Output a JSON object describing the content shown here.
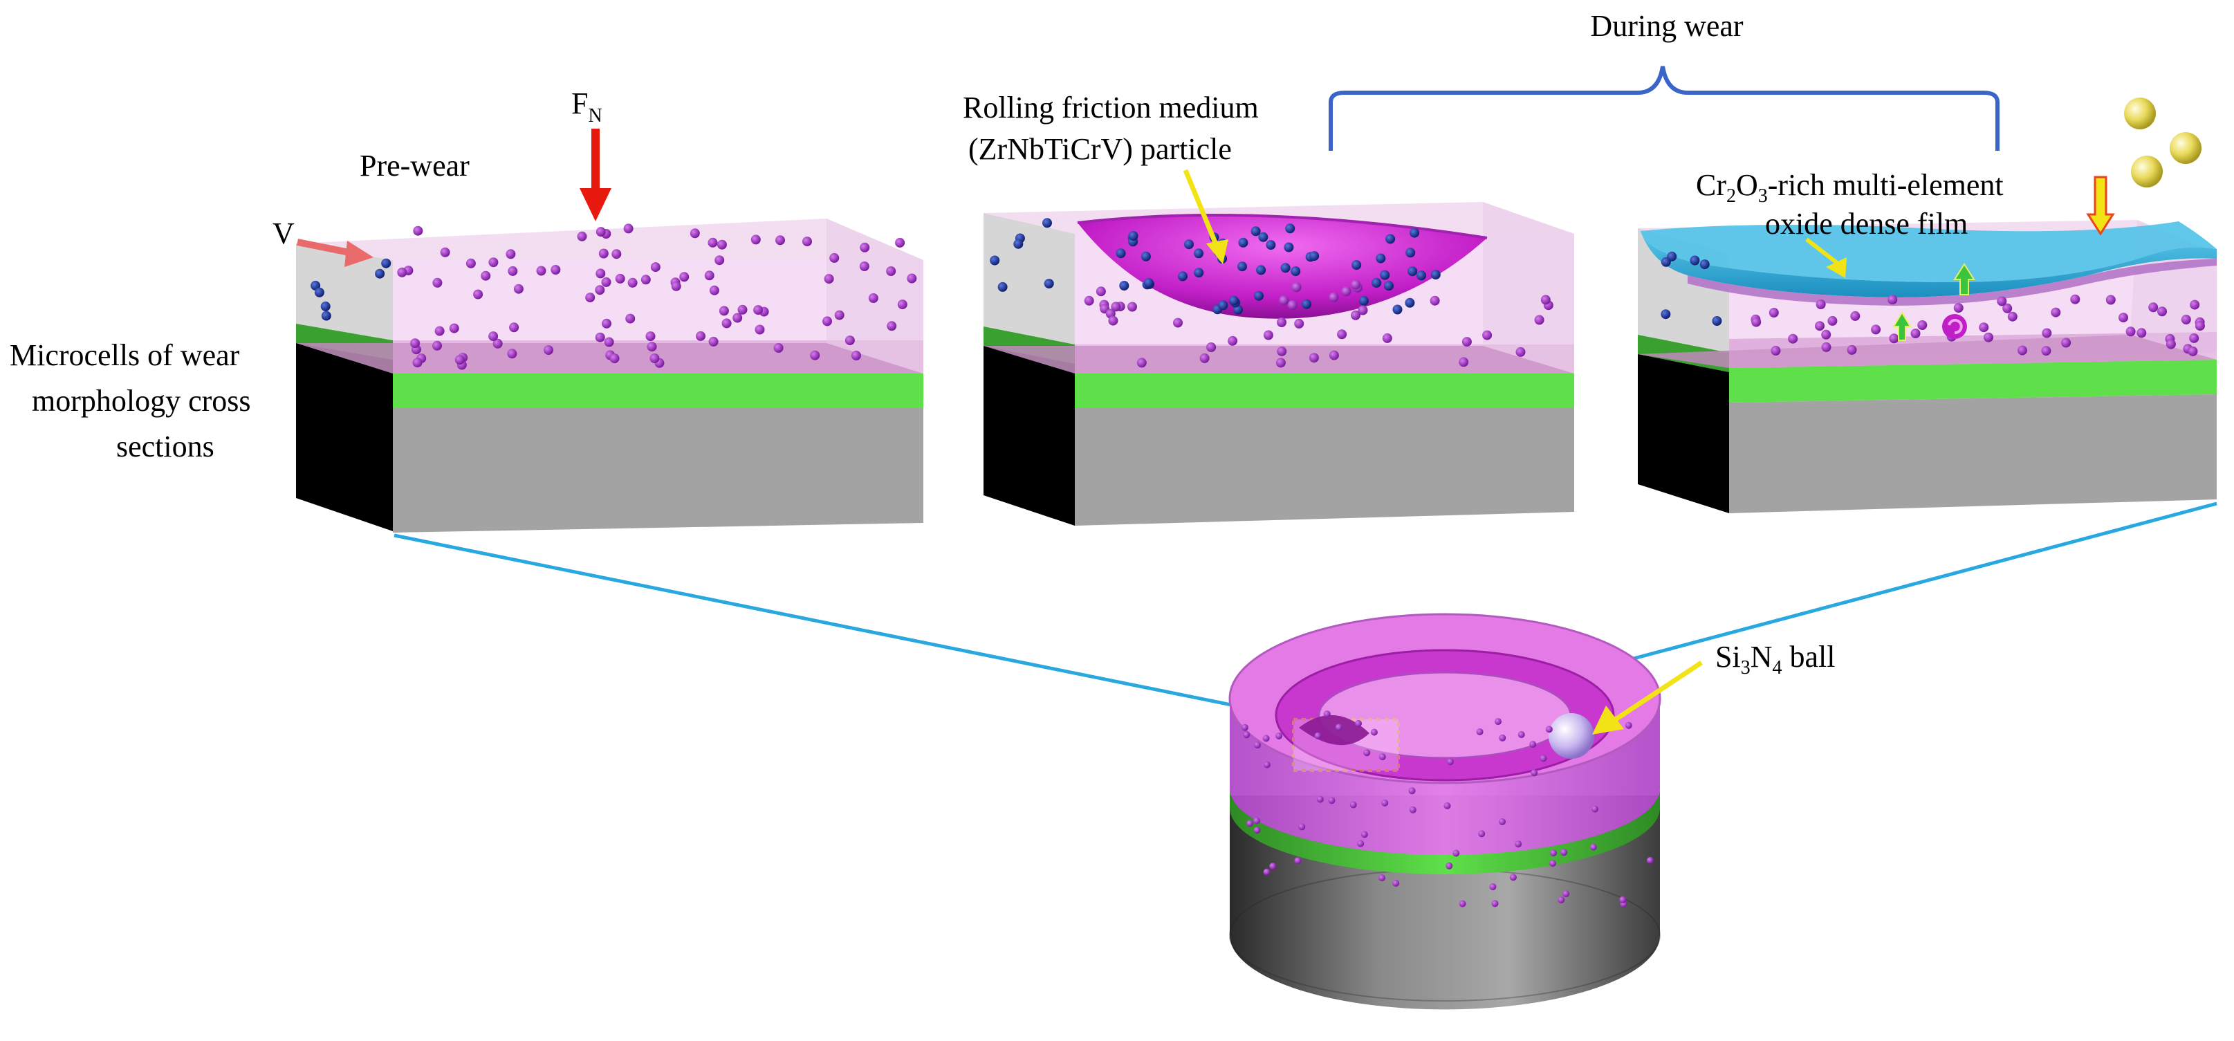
{
  "labels": {
    "during_wear": "During wear",
    "fn_main": "F",
    "fn_sub": "N",
    "pre_wear": "Pre-wear",
    "v": "V",
    "microcells_l1": "Microcells of wear",
    "microcells_l2": "morphology cross",
    "microcells_l3": "sections",
    "rolling_l1": "Rolling friction medium",
    "rolling_l2": "(ZrNbTiCrV) particle",
    "film_cr": "Cr",
    "film_2": "2",
    "film_o": "O",
    "film_3": "3",
    "film_rest": "-rich multi-element",
    "film_l2": "oxide dense film",
    "ball_si": "Si",
    "ball_3": "3",
    "ball_n": "N",
    "ball_4": "4",
    "ball_rest": " ball"
  },
  "colors": {
    "magenta_particle": "#9b2fc2",
    "blue_particle": "#1a2f9a",
    "coating_pink": "#f0d2f0",
    "green_layer": "#5fe04a",
    "substrate_gray": "#a3a3a3",
    "substrate_side": "#000000",
    "oxide_film": "#2aa7d4",
    "bracket_blue": "#3a64c8",
    "leader_cyan": "#29a8e0",
    "force_red": "#e8190f",
    "arrow_yellow": "#f2e316",
    "arrow_green": "#3cc43c"
  }
}
